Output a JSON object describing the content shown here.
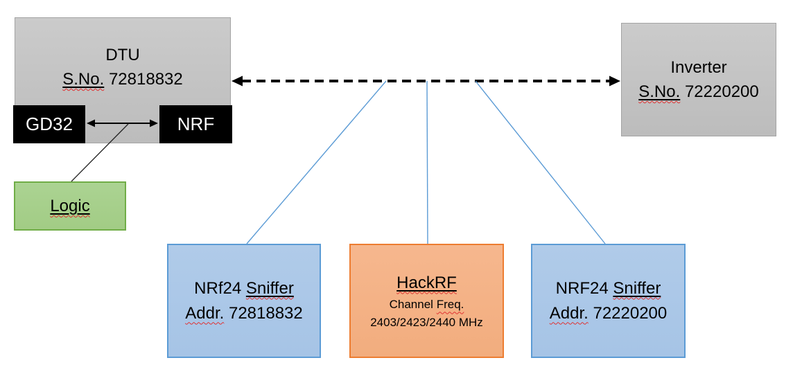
{
  "diagram": {
    "dtu": {
      "title": "DTU",
      "serial_label": "S.No.",
      "serial": "72818832"
    },
    "gd32": {
      "label": "GD32"
    },
    "nrf": {
      "label": "NRF"
    },
    "logic": {
      "label": "Logic"
    },
    "inverter": {
      "title": "Inverter",
      "serial_label": "S.No.",
      "serial": "72220200"
    },
    "sniffer_left": {
      "title_prefix": "NRf24",
      "title_word": "Sniffer",
      "addr_label": "Addr.",
      "addr": "72818832"
    },
    "hackrf": {
      "title": "HackRF",
      "channel_prefix": "Channel",
      "channel_word": "Freq.",
      "frequencies": "2403/2423/2440 MHz"
    },
    "sniffer_right": {
      "title_prefix": "NRF24",
      "title_word": "Sniffer",
      "addr_label": "Addr.",
      "addr": "72220200"
    }
  },
  "colors": {
    "gray_fill": "#c4c4c4",
    "gray_border": "#a3a3a3",
    "black_box": "#000000",
    "green_fill": "#a9d18e",
    "green_border": "#70ad47",
    "blue_fill": "#aec9e8",
    "blue_border": "#5b9bd5",
    "orange_fill": "#f5b183",
    "orange_border": "#ed7d31",
    "connector_blue": "#5b9bd5",
    "arrow_black": "#000000",
    "squiggle_red": "#e03131"
  }
}
